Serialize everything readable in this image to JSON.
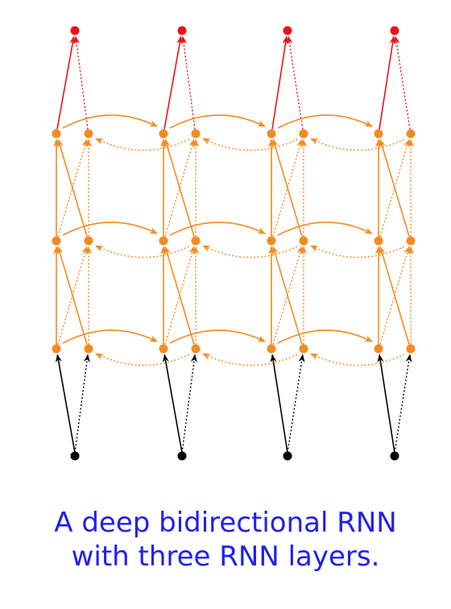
{
  "caption": {
    "line1": "A deep bidirectional RNN",
    "line2": "with three RNN layers."
  },
  "diagram": {
    "timesteps": 4,
    "rnn_layers": 3,
    "directions": [
      "forward",
      "backward"
    ],
    "colors": {
      "input": "#000000",
      "hidden": "#f58a1f",
      "output": "#e8141b",
      "caption": "#2020ee"
    },
    "edge_styles": {
      "forward": "solid",
      "backward": "dotted"
    }
  }
}
